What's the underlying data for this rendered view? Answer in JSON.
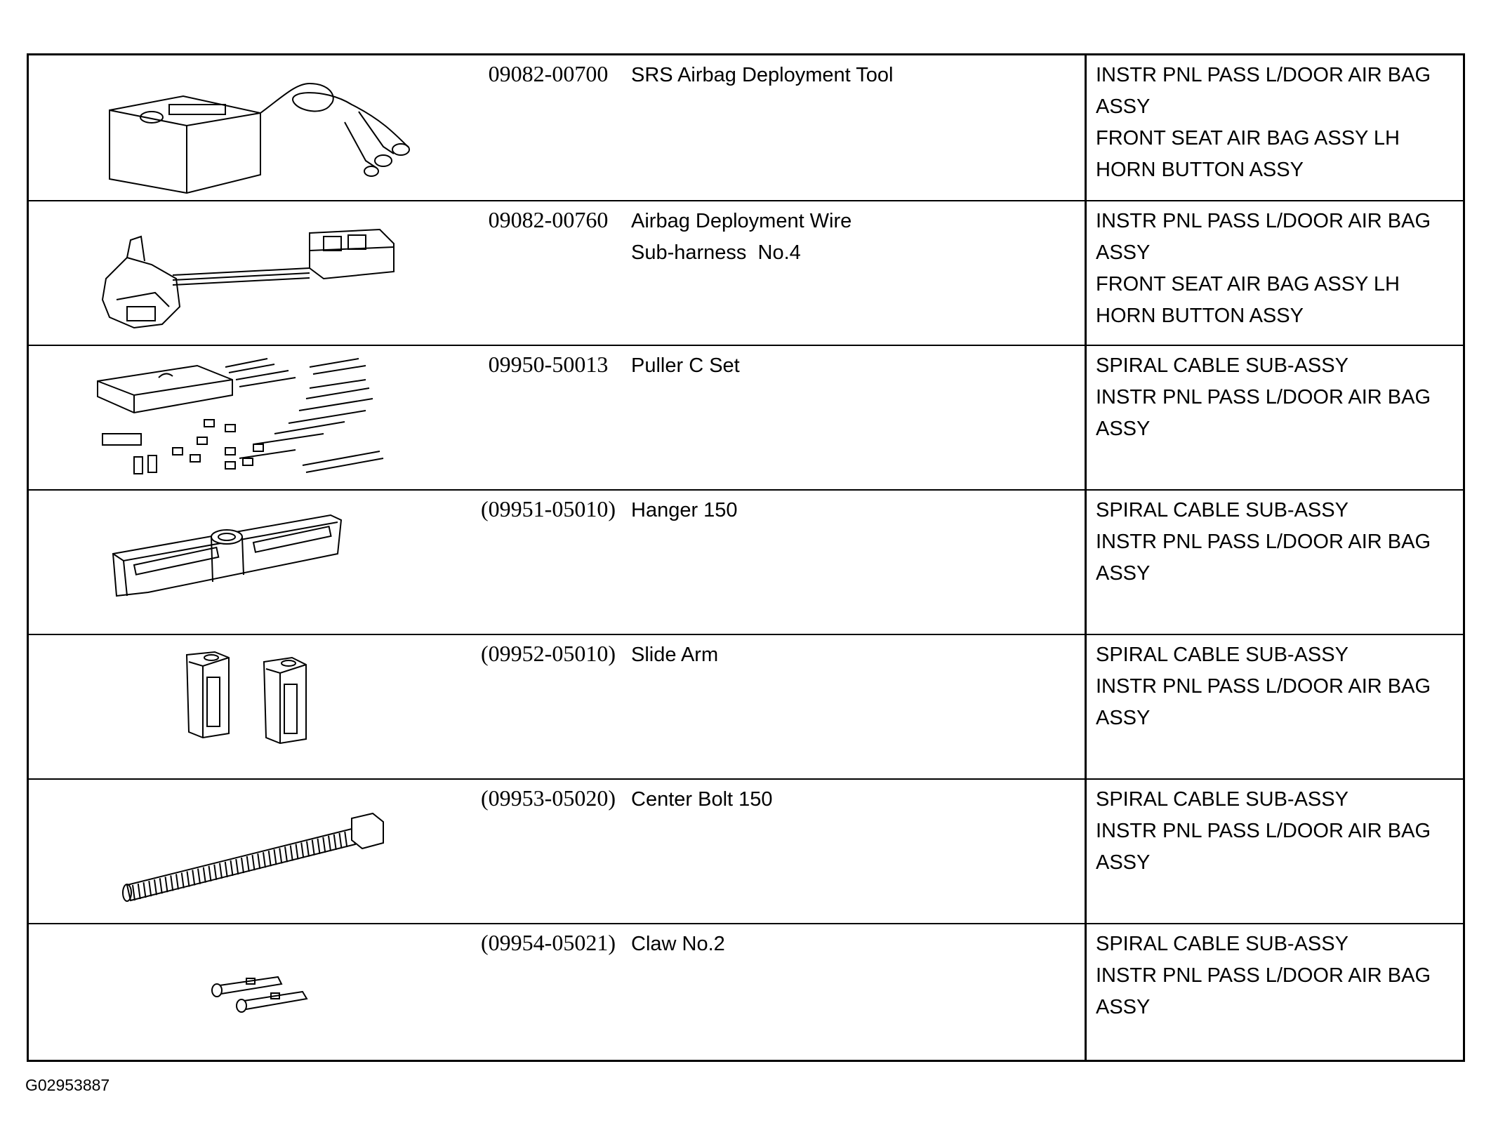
{
  "rows": [
    {
      "part_no": "09082-00700",
      "desc": [
        "SRS Airbag Deployment Tool"
      ],
      "usage": [
        "INSTR PNL PASS L/DOOR AIR BAG",
        "ASSY",
        "FRONT SEAT AIR BAG ASSY LH",
        "HORN BUTTON ASSY"
      ],
      "icon": "airbag-deployment-tool-icon"
    },
    {
      "part_no": "09082-00760",
      "desc": [
        "Airbag Deployment Wire",
        "Sub-harness  No.4"
      ],
      "usage": [
        "INSTR PNL PASS L/DOOR AIR BAG",
        "ASSY",
        "FRONT SEAT AIR BAG ASSY LH",
        "HORN BUTTON ASSY"
      ],
      "icon": "wire-sub-harness-icon"
    },
    {
      "part_no": "09950-50013",
      "desc": [
        "Puller C Set"
      ],
      "usage": [
        "SPIRAL  CABLE SUB-ASSY",
        "INSTR PNL PASS L/DOOR AIR BAG",
        "ASSY"
      ],
      "icon": "puller-set-icon"
    },
    {
      "part_no": "(09951-05010)",
      "desc": [
        "Hanger 150"
      ],
      "usage": [
        "SPIRAL  CABLE SUB-ASSY",
        "INSTR PNL PASS L/DOOR AIR BAG",
        "ASSY"
      ],
      "icon": "hanger-icon"
    },
    {
      "part_no": "(09952-05010)",
      "desc": [
        "Slide Arm"
      ],
      "usage": [
        "SPIRAL  CABLE SUB-ASSY",
        "INSTR PNL PASS L/DOOR AIR BAG",
        "ASSY"
      ],
      "icon": "slide-arm-icon"
    },
    {
      "part_no": "(09953-05020)",
      "desc": [
        "Center Bolt 150"
      ],
      "usage": [
        "SPIRAL  CABLE SUB-ASSY",
        "INSTR PNL PASS L/DOOR AIR BAG",
        "ASSY"
      ],
      "icon": "center-bolt-icon"
    },
    {
      "part_no": "(09954-05021)",
      "desc": [
        "Claw No.2"
      ],
      "usage": [
        "SPIRAL  CABLE SUB-ASSY",
        "INSTR PNL PASS L/DOOR AIR BAG",
        "ASSY"
      ],
      "icon": "claw-icon"
    }
  ],
  "figure_code": "G02953887"
}
